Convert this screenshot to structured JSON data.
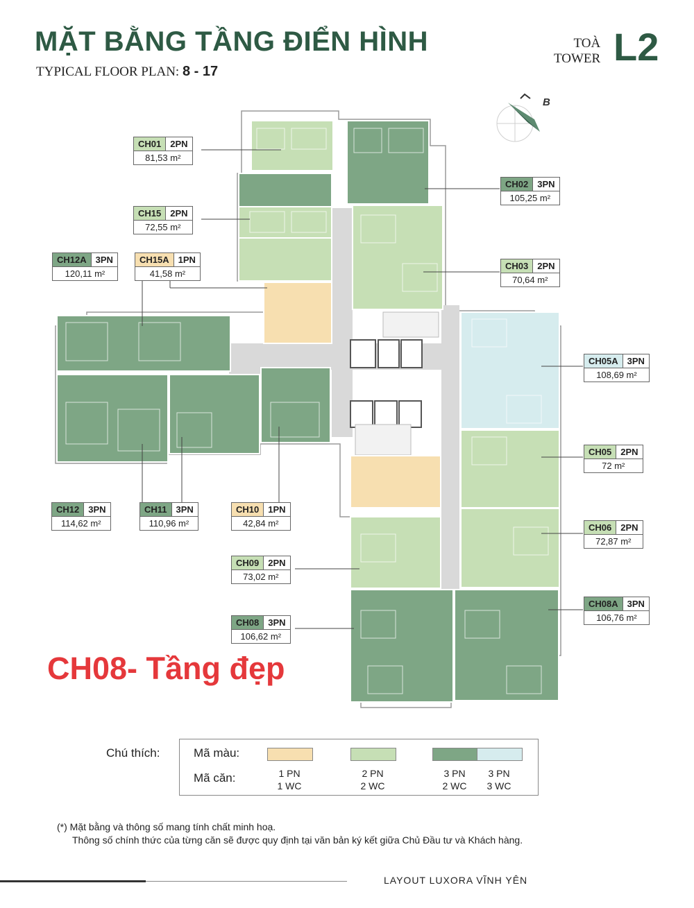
{
  "header": {
    "title": "MẶT BẰNG TẦNG ĐIỂN HÌNH",
    "subtitle_prefix": "TYPICAL FLOOR PLAN: ",
    "subtitle_range": "8 - 17",
    "tower_vi": "TOÀ",
    "tower_en": "TOWER",
    "tower_name": "L2",
    "compass_label": "B"
  },
  "units": [
    {
      "code": "CH01",
      "pn": "2PN",
      "area": "81,53 m²",
      "color": "#c6dfb5"
    },
    {
      "code": "CH02",
      "pn": "3PN",
      "area": "105,25 m²",
      "color": "#7ea685"
    },
    {
      "code": "CH15",
      "pn": "2PN",
      "area": "72,55 m²",
      "color": "#c6dfb5"
    },
    {
      "code": "CH12A",
      "pn": "3PN",
      "area": "120,11 m²",
      "color": "#7ea685"
    },
    {
      "code": "CH15A",
      "pn": "1PN",
      "area": "41,58 m²",
      "color": "#f7dfb0"
    },
    {
      "code": "CH03",
      "pn": "2PN",
      "area": "70,64 m²",
      "color": "#c6dfb5"
    },
    {
      "code": "CH05A",
      "pn": "3PN",
      "area": "108,69 m²",
      "color": "#d6ecee"
    },
    {
      "code": "CH05",
      "pn": "2PN",
      "area": "72 m²",
      "color": "#c6dfb5"
    },
    {
      "code": "CH12",
      "pn": "3PN",
      "area": "114,62 m²",
      "color": "#7ea685"
    },
    {
      "code": "CH11",
      "pn": "3PN",
      "area": "110,96 m²",
      "color": "#7ea685"
    },
    {
      "code": "CH10",
      "pn": "1PN",
      "area": "42,84 m²",
      "color": "#f7dfb0"
    },
    {
      "code": "CH06",
      "pn": "2PN",
      "area": "72,87 m²",
      "color": "#c6dfb5"
    },
    {
      "code": "CH09",
      "pn": "2PN",
      "area": "73,02 m²",
      "color": "#c6dfb5"
    },
    {
      "code": "CH08A",
      "pn": "3PN",
      "area": "106,76 m²",
      "color": "#7ea685"
    },
    {
      "code": "CH08",
      "pn": "3PN",
      "area": "106,62 m²",
      "color": "#7ea685"
    }
  ],
  "overlay_text": "CH08- Tầng đẹp",
  "legend": {
    "title": "Chú thích:",
    "color_label": "Mã màu:",
    "code_label": "Mã căn:",
    "items": [
      {
        "color": "#f7dfb0",
        "line1": "1 PN",
        "line2": "1 WC"
      },
      {
        "color": "#c6dfb5",
        "line1": "2 PN",
        "line2": "2 WC"
      },
      {
        "color": "#7ea685",
        "line1": "3 PN",
        "line2": "2 WC"
      },
      {
        "color": "#d6ecee",
        "line1": "3 PN",
        "line2": "3 WC"
      }
    ]
  },
  "note": {
    "line1": "(*) Mặt bằng và thông số mang tính chất minh hoạ.",
    "line2": "Thông số chính thức của từng căn sẽ được quy định tại văn bản ký kết giữa Chủ Đầu tư và Khách hàng."
  },
  "footer": "LAYOUT LUXORA VĨNH YÊN",
  "colors": {
    "brand": "#2e5a44",
    "corridor": "#d9d9d9",
    "overlay": "#e5383b"
  }
}
